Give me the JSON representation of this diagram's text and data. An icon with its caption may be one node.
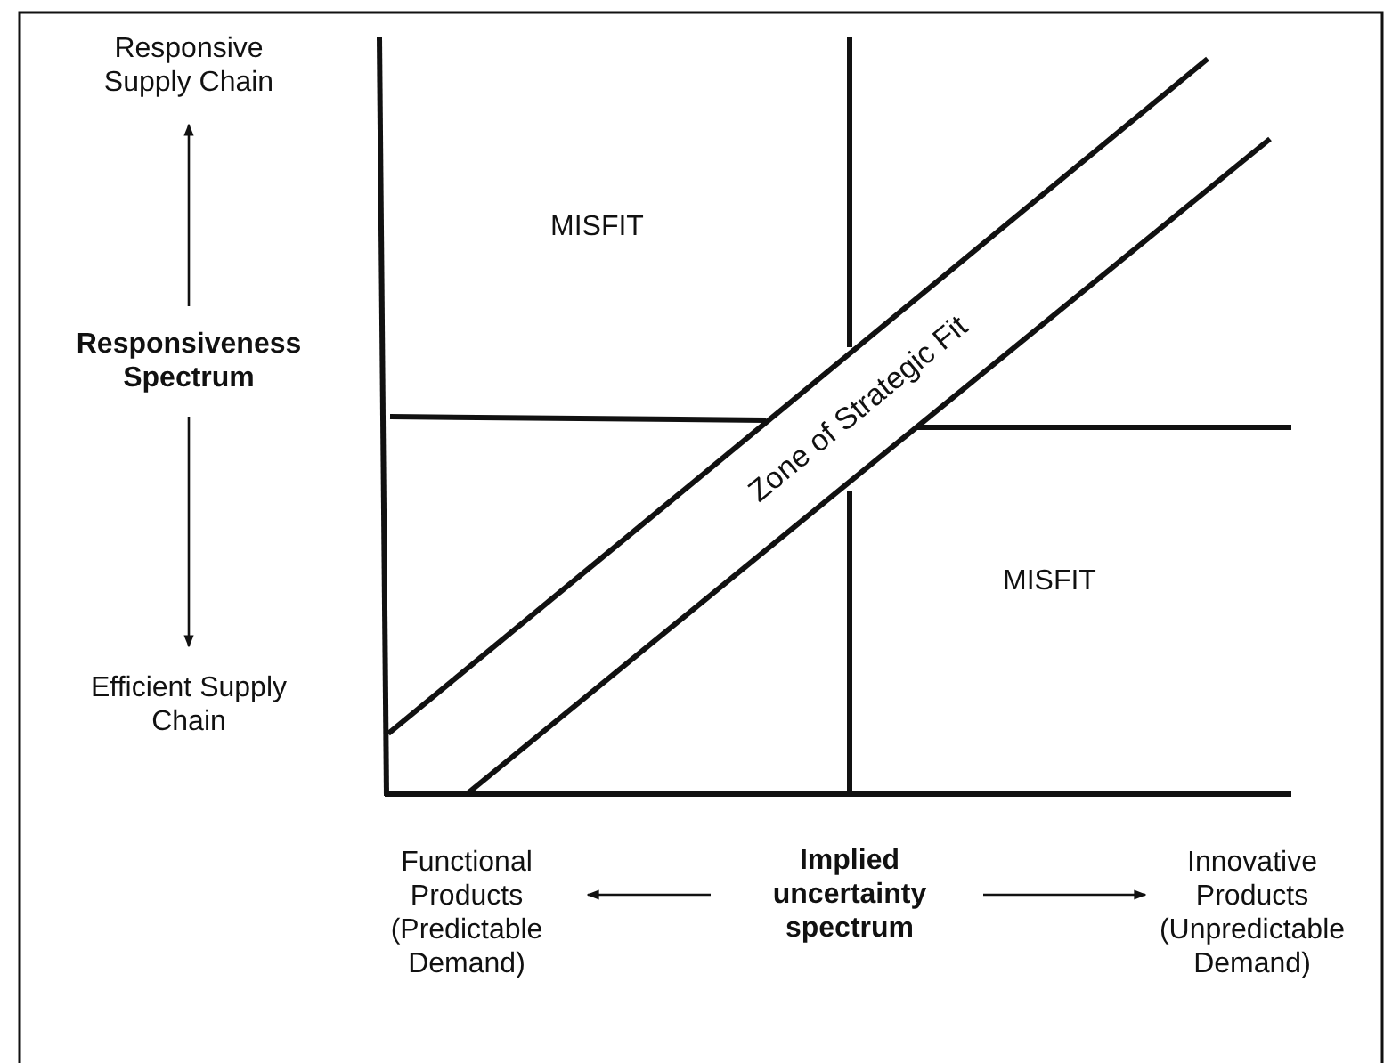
{
  "diagram": {
    "nodes": [
      {
        "text": [
          "Responsive Supply Chain"
        ]
      },
      {
        "text": [
          "Responsiveness Spectrum"
        ]
      },
      {
        "text": [
          "Efficient Supply Chain"
        ]
      },
      {
        "text": [
          "Functional Products (Predictable Demand)"
        ]
      },
      {
        "text": [
          "Implied uncertainty spectrum"
        ]
      },
      {
        "text": [
          "Innovative Products (Unpredictable Demand)"
        ]
      }
    ],
    "edges": [
      {
        "from": 1,
        "to": 0,
        "arrow": "to"
      },
      {
        "from": 1,
        "to": 2,
        "arrow": "to"
      },
      {
        "from": 4,
        "to": 3,
        "arrow": "to"
      },
      {
        "from": 4,
        "to": 5,
        "arrow": "to"
      }
    ],
    "labels": [
      "MISFIT",
      "Zone of Strategic Fit",
      "MISFIT"
    ]
  }
}
